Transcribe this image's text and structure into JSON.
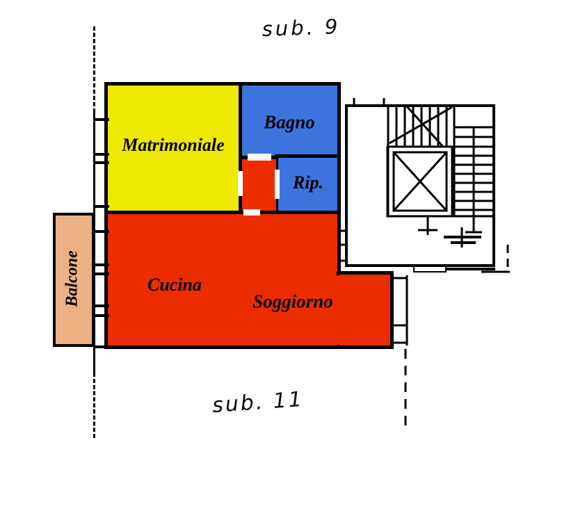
{
  "plan": {
    "annotation_top": "sub. 9",
    "annotation_bottom": "sub. 11"
  },
  "rooms": {
    "matrimoniale": {
      "label": "Matrimoniale",
      "color": "#EDE900"
    },
    "bagno": {
      "label": "Bagno",
      "color": "#3C74DE"
    },
    "ripostiglio": {
      "label": "Rip.",
      "color": "#3C74DE"
    },
    "cucina": {
      "label": "Cucina",
      "color": "#EB2D00"
    },
    "soggiorno": {
      "label": "Soggiorno",
      "color": "#EB2D00"
    },
    "disimpegno": {
      "color": "#EB2D00"
    },
    "balcone": {
      "label": "Balcone",
      "color": "#ECB284"
    }
  },
  "colors": {
    "walls": "#000000",
    "background": "#FFFFFF"
  }
}
